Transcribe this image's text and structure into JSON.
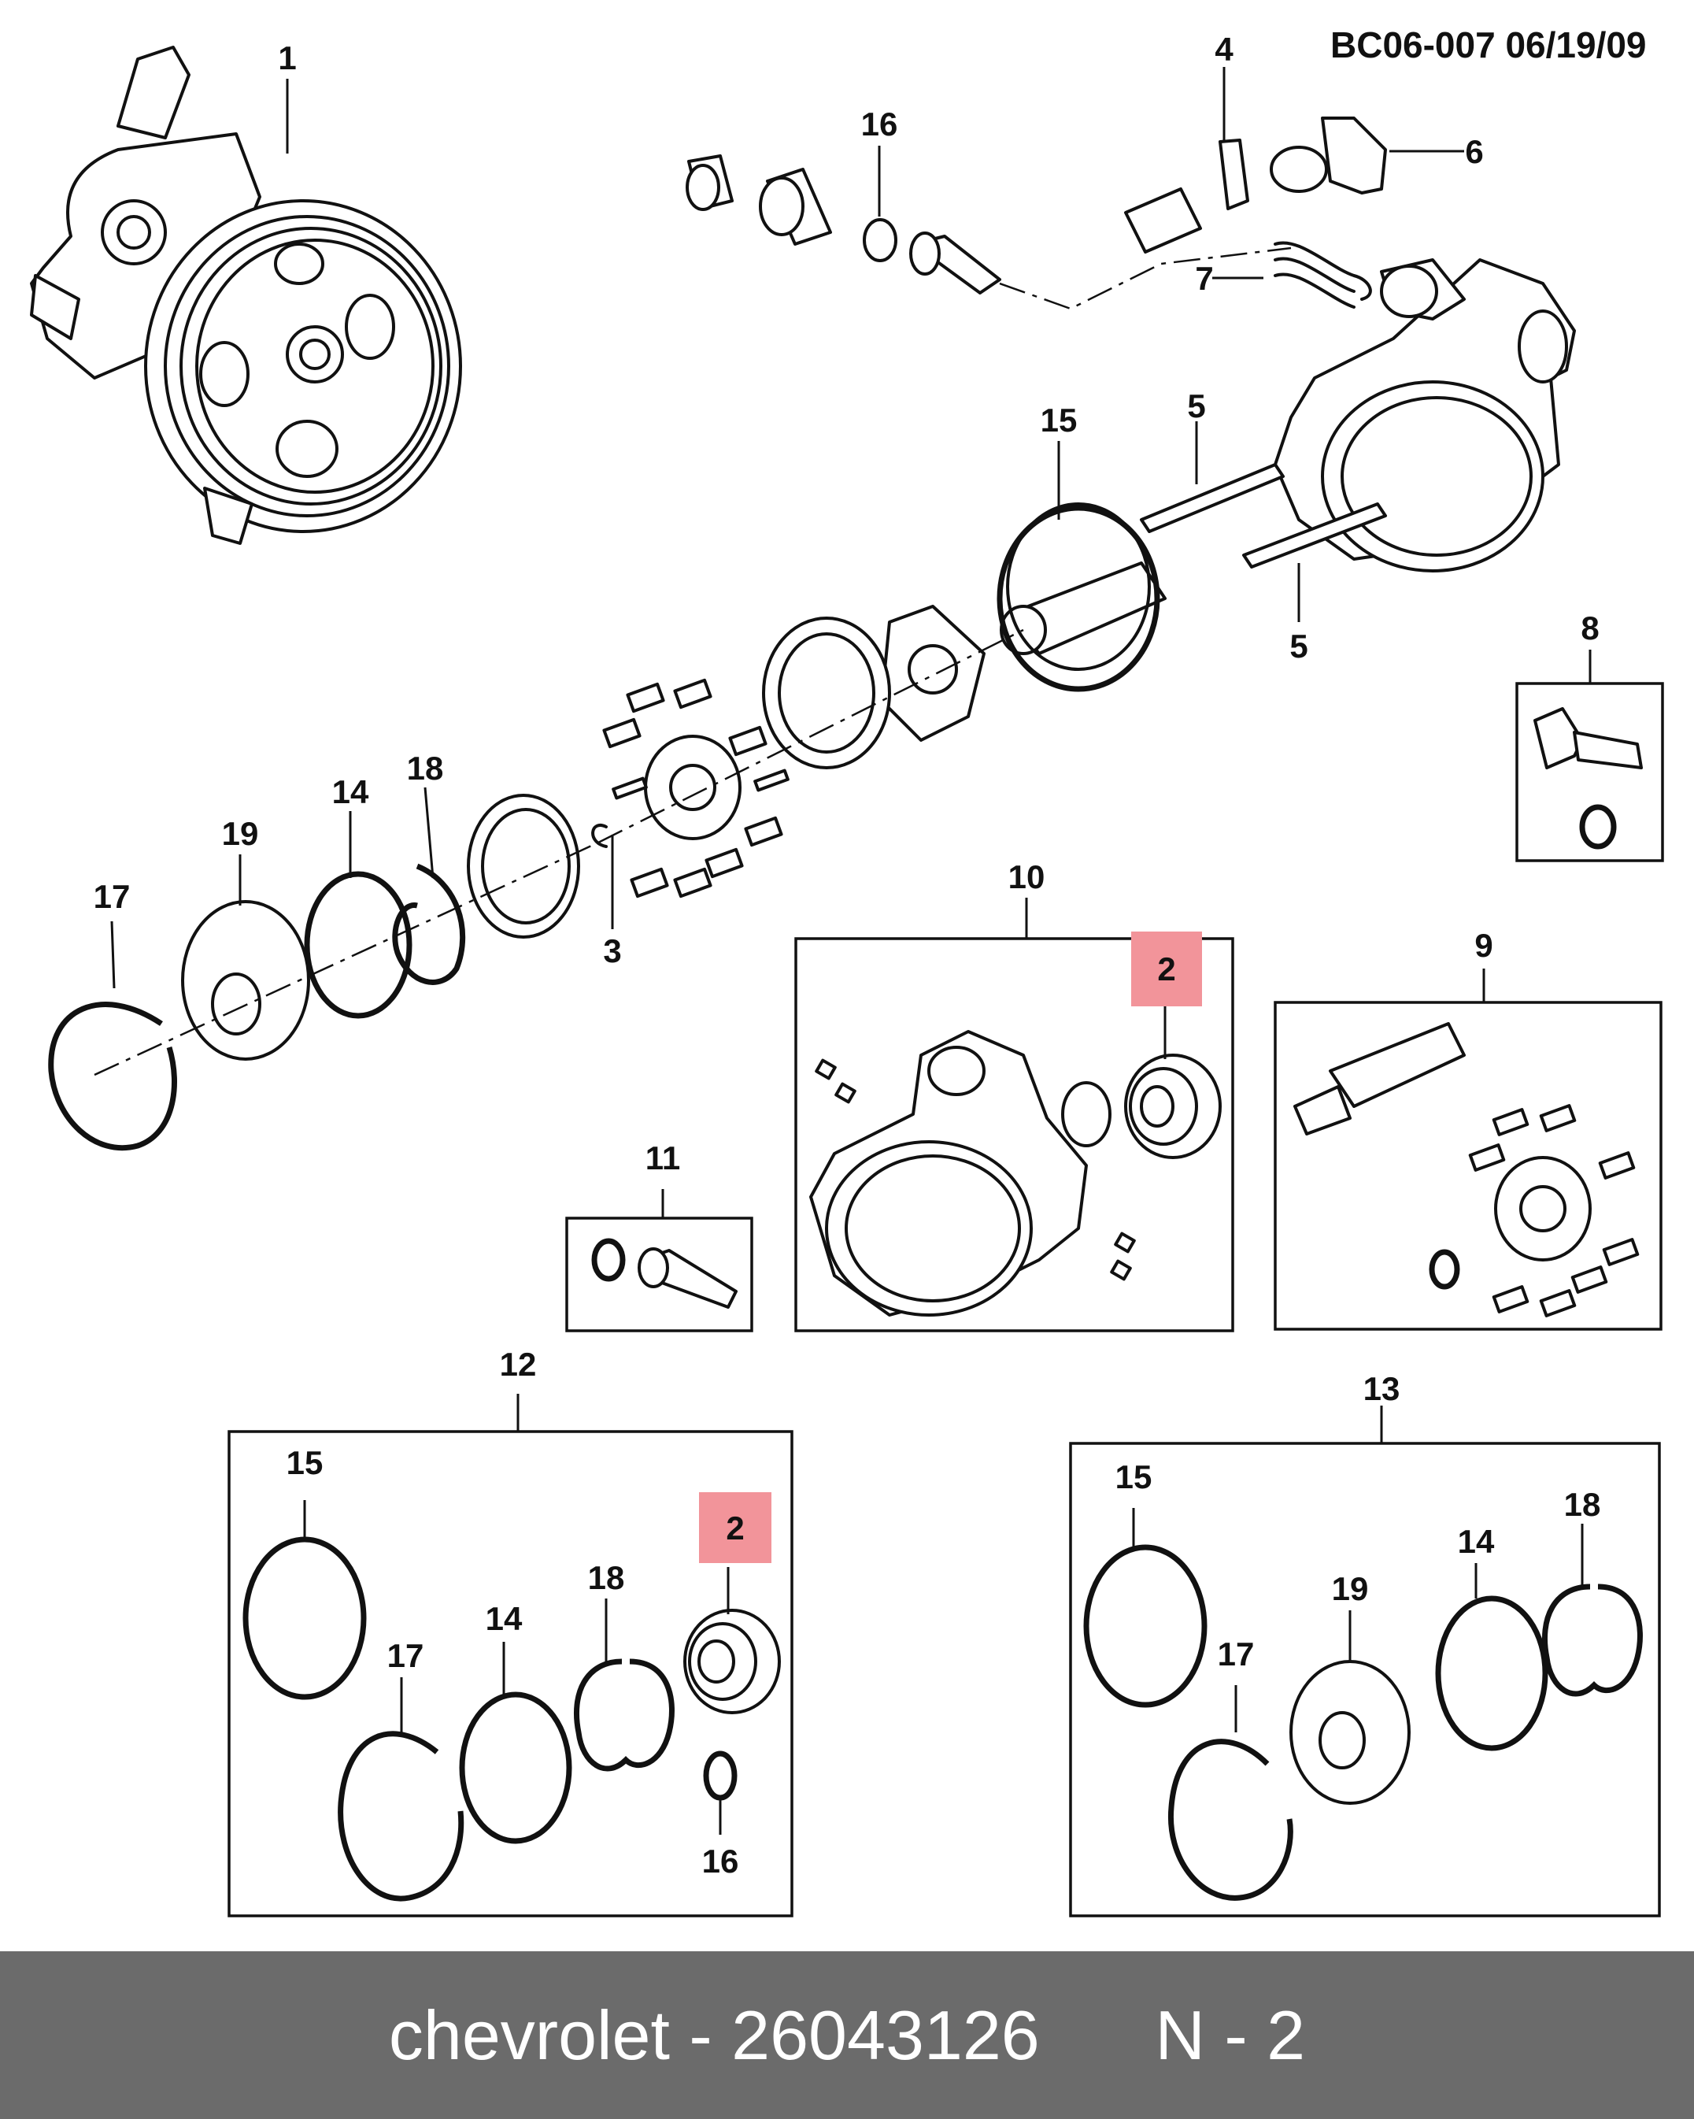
{
  "diagram_id": "BC06-007 06/19/09",
  "footer": {
    "brand": "chevrolet",
    "separator": "-",
    "part_number": "26043126",
    "ref": "N - 2"
  },
  "callouts": [
    "1",
    "2",
    "3",
    "4",
    "5",
    "6",
    "7",
    "8",
    "9",
    "10",
    "11",
    "12",
    "13",
    "14",
    "15",
    "16",
    "17",
    "18",
    "19"
  ],
  "highlight_color": "#f2949a",
  "highlighted_callout": "2"
}
